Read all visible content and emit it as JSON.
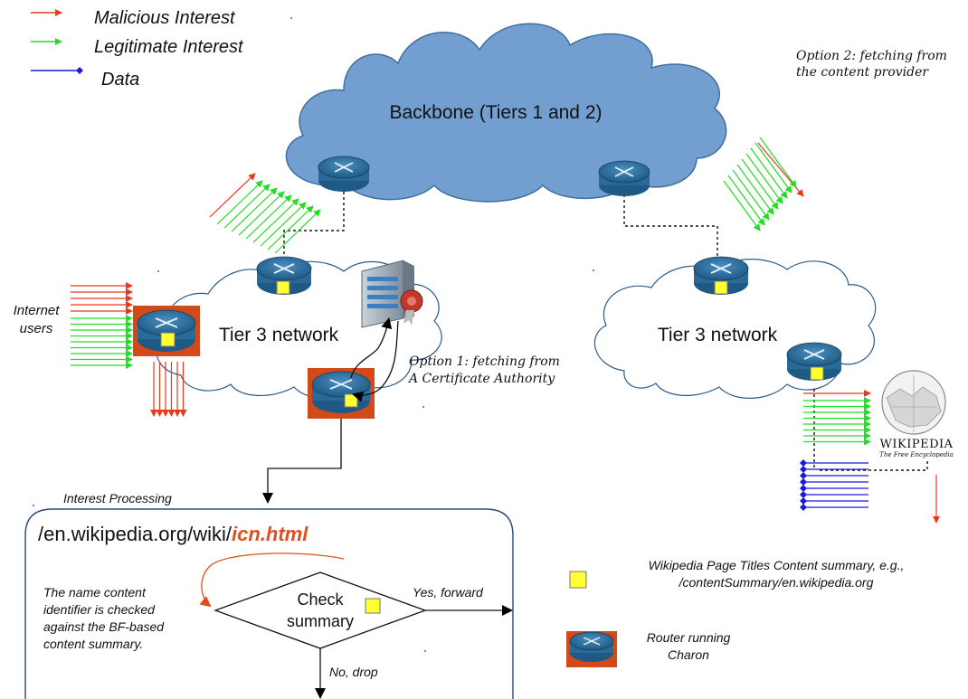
{
  "legend": {
    "malicious": "Malicious Interest",
    "legitimate": "Legitimate Interest",
    "data": "Data"
  },
  "clouds": {
    "backbone": "Backbone (Tiers 1 and 2)",
    "tier3_left": "Tier 3 network",
    "tier3_right": "Tier 3 network"
  },
  "labels": {
    "internet_users": "Internet\nusers",
    "option1": "Option 1: fetching from\nA Certificate Authority",
    "option2": "Option 2: fetching from\nthe content provider",
    "wikipedia_name": "Wikipedia",
    "wikipedia_tagline": "The Free Encyclopedia"
  },
  "processing": {
    "title": "Interest Processing",
    "url_prefix": "/en.wikipedia.org/wiki/",
    "url_file": "icn.html",
    "note": "The name content\nidentifier is checked\nagainst the BF-based\ncontent summary.",
    "decision": "Check\nsummary",
    "yes": "Yes, forward",
    "no": "No, drop"
  },
  "key": {
    "summary": "Wikipedia Page Titles Content summary, e.g.,\n/contentSummary/en.wikipedia.org",
    "router": "Router running\nCharon"
  },
  "colors": {
    "malicious": "#e8391a",
    "legitimate": "#22dd22",
    "data": "#1a1ad8",
    "cloud_fill": "#729fcf",
    "router_body": "#2f6f9f",
    "charon_box": "#d24a18",
    "summary_box": "#ffff33",
    "url_file": "#e0501a"
  }
}
